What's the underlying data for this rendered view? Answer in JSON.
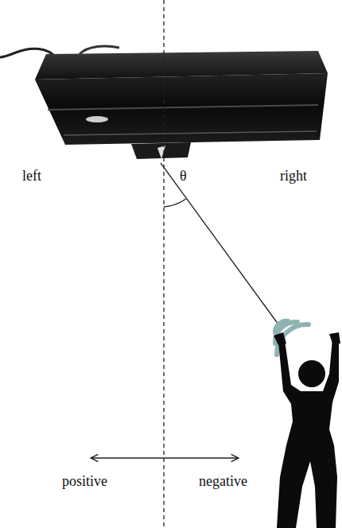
{
  "diagram": {
    "labels": [
      "left",
      "right",
      "θ",
      "positive",
      "negative"
    ]
  }
}
